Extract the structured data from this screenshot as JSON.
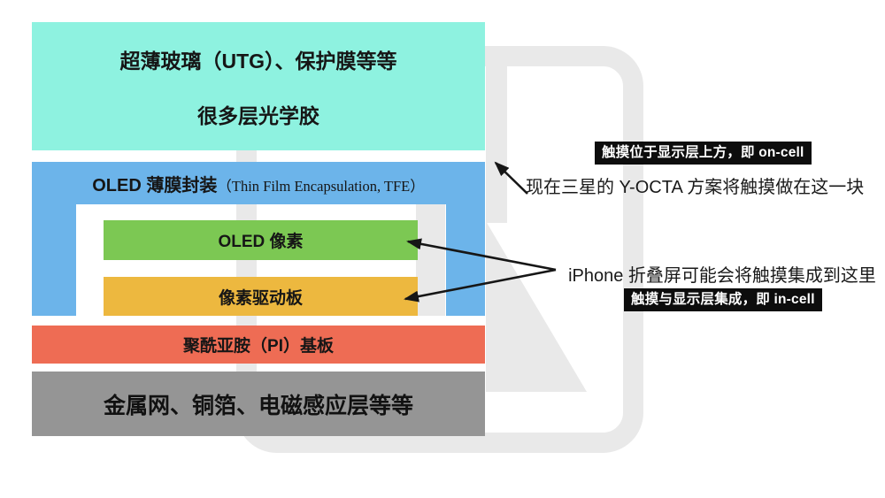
{
  "diagram": {
    "layers": {
      "utg": {
        "line1": "超薄玻璃（UTG）、保护膜等等",
        "line2": "很多层光学胶"
      },
      "tfe": {
        "title_zh": "OLED 薄膜封装",
        "title_en": "（Thin Film Encapsulation, TFE）"
      },
      "oled_pixels": {
        "label": "OLED 像素"
      },
      "pixel_driver": {
        "label": "像素驱动板"
      },
      "pi_substrate": {
        "label": "聚酰亚胺（PI）基板"
      },
      "metal_layers": {
        "label": "金属网、铜箔、电磁感应层等等"
      }
    }
  },
  "annotations": {
    "oncell_badge": "触摸位于显示层上方，即 on-cell",
    "samsung_note": "现在三星的 Y-OCTA 方案将触摸做在这一块",
    "iphone_note": "iPhone 折叠屏可能会将触摸集成到这里",
    "incell_badge": "触摸与显示层集成，即 in-cell"
  },
  "colors": {
    "utg": "#8ef2e0",
    "tfe": "#6cb4ea",
    "oled_pixels": "#7cc853",
    "pixel_driver": "#edb83f",
    "pi_substrate": "#ee6c54",
    "metal_layers": "#959595",
    "badge_bg": "#0d0d0d",
    "badge_text": "#ffffff",
    "watermark": "#e9e9e9",
    "arrow": "#161616"
  }
}
